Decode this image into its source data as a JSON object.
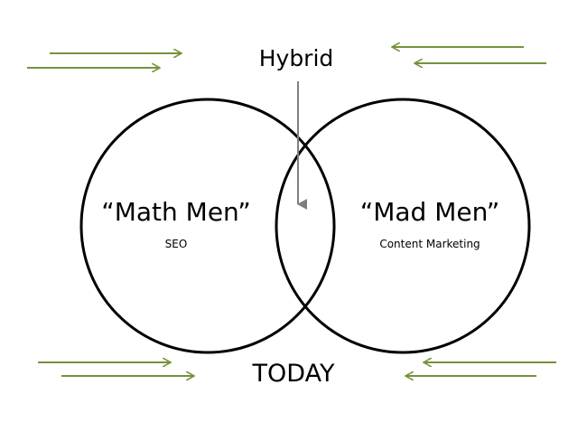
{
  "diagram": {
    "hybrid_label": "Hybrid",
    "today_label": "TODAY",
    "left_circle": {
      "title": "“Math Men”",
      "subtitle": "SEO"
    },
    "right_circle": {
      "title": "“Mad Men”",
      "subtitle": "Content Marketing"
    }
  },
  "colors": {
    "arrow": "#76923c",
    "hybrid_arrow": "#7f7f7f",
    "circle_stroke": "#000000"
  }
}
